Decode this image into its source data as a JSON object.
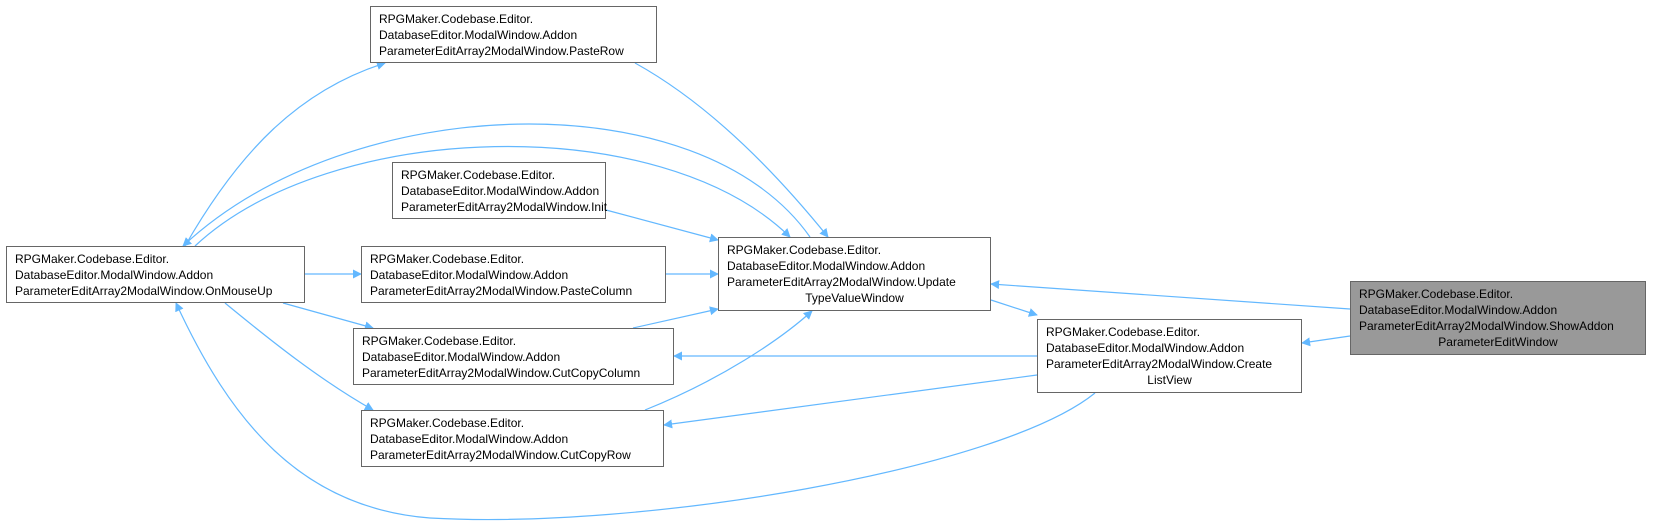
{
  "colors": {
    "edge": "#63b8ff",
    "node_border": "#666666",
    "highlight_fill": "#999999"
  },
  "nodes": {
    "paste_row": {
      "lines": [
        "RPGMaker.Codebase.Editor.",
        "DatabaseEditor.ModalWindow.Addon",
        "ParameterEditArray2ModalWindow.PasteRow"
      ]
    },
    "init": {
      "lines": [
        "RPGMaker.Codebase.Editor.",
        "DatabaseEditor.ModalWindow.Addon",
        "ParameterEditArray2ModalWindow.Init"
      ]
    },
    "on_mouse_up": {
      "lines": [
        "RPGMaker.Codebase.Editor.",
        "DatabaseEditor.ModalWindow.Addon",
        "ParameterEditArray2ModalWindow.OnMouseUp"
      ]
    },
    "paste_column": {
      "lines": [
        "RPGMaker.Codebase.Editor.",
        "DatabaseEditor.ModalWindow.Addon",
        "ParameterEditArray2ModalWindow.PasteColumn"
      ]
    },
    "update_type_value_window": {
      "lines": [
        "RPGMaker.Codebase.Editor.",
        "DatabaseEditor.ModalWindow.Addon",
        "ParameterEditArray2ModalWindow.Update",
        "TypeValueWindow"
      ]
    },
    "cut_copy_column": {
      "lines": [
        "RPGMaker.Codebase.Editor.",
        "DatabaseEditor.ModalWindow.Addon",
        "ParameterEditArray2ModalWindow.CutCopyColumn"
      ]
    },
    "cut_copy_row": {
      "lines": [
        "RPGMaker.Codebase.Editor.",
        "DatabaseEditor.ModalWindow.Addon",
        "ParameterEditArray2ModalWindow.CutCopyRow"
      ]
    },
    "create_list_view": {
      "lines": [
        "RPGMaker.Codebase.Editor.",
        "DatabaseEditor.ModalWindow.Addon",
        "ParameterEditArray2ModalWindow.Create",
        "ListView"
      ]
    },
    "show_addon_parameter_edit_window": {
      "lines": [
        "RPGMaker.Codebase.Editor.",
        "DatabaseEditor.ModalWindow.Addon",
        "ParameterEditArray2ModalWindow.ShowAddon",
        "ParameterEditWindow"
      ]
    }
  }
}
